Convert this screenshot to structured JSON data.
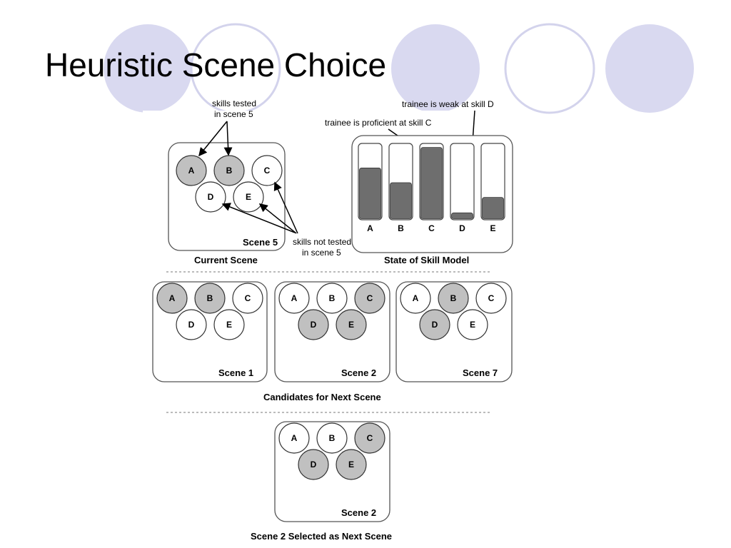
{
  "slide": {
    "title": "Heuristic Scene Choice",
    "theme_colors": {
      "decor_fill": "#d9d9f0",
      "decor_stroke": "#c8c8e6",
      "tested_fill": "#c0c0c0",
      "bar_fill": "#6e6e6e"
    }
  },
  "diagram": {
    "current_scene": {
      "caption": "Current Scene",
      "scene_label": "Scene 5",
      "skills": [
        {
          "id": "A",
          "tested": true
        },
        {
          "id": "B",
          "tested": true
        },
        {
          "id": "C",
          "tested": false
        },
        {
          "id": "D",
          "tested": false
        },
        {
          "id": "E",
          "tested": false
        }
      ]
    },
    "annotations": {
      "tested": [
        "skills tested",
        "in scene 5"
      ],
      "not_tested": [
        "skills not tested",
        "in scene 5"
      ],
      "proficient": "trainee is proficient at skill C",
      "weak": "trainee is weak at skill D"
    },
    "skill_model": {
      "caption": "State of Skill Model",
      "skills": [
        "A",
        "B",
        "C",
        "D",
        "E"
      ],
      "levels": [
        0.69,
        0.49,
        0.97,
        0.08,
        0.29
      ]
    },
    "candidates": {
      "caption": "Candidates for Next Scene",
      "scenes": [
        {
          "label": "Scene 1",
          "tested": [
            "A",
            "B"
          ]
        },
        {
          "label": "Scene 2",
          "tested": [
            "C",
            "D",
            "E"
          ]
        },
        {
          "label": "Scene 7",
          "tested": [
            "B",
            "D"
          ]
        }
      ]
    },
    "selected": {
      "caption": "Scene 2 Selected as Next Scene",
      "scene": {
        "label": "Scene 2",
        "tested": [
          "C",
          "D",
          "E"
        ]
      }
    }
  }
}
